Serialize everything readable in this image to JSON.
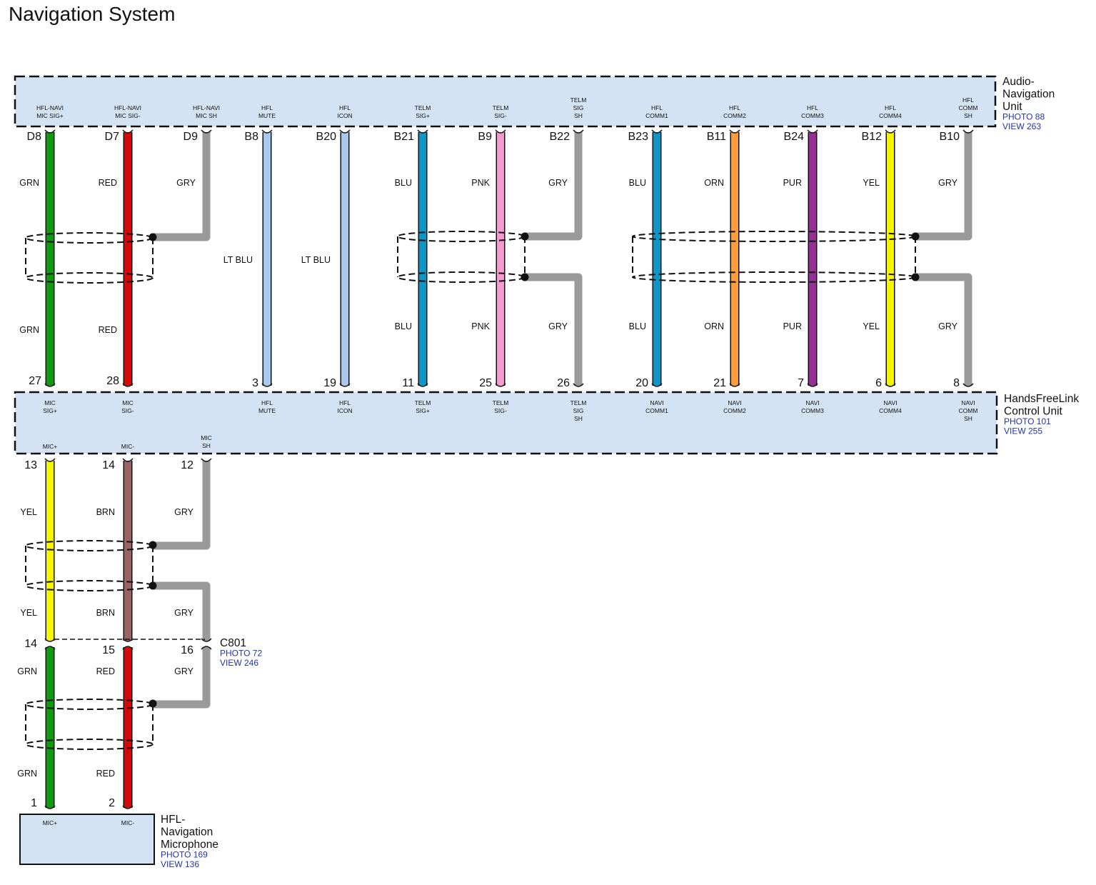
{
  "title": "Navigation System",
  "colors": {
    "GRN": "#109a10",
    "RED": "#d10a0a",
    "GRY": "#9a9a9a",
    "LT BLU": "#a9c8ee",
    "BLU": "#0e96c6",
    "PNK": "#f49ad0",
    "ORN": "#fb9d3c",
    "PUR": "#963097",
    "YEL": "#f6f600",
    "BRN": "#9a6464",
    "box_fill": "#d3e3f4"
  },
  "components": {
    "audio_nav": {
      "name_lines": [
        "Audio-",
        "Navigation",
        "Unit"
      ],
      "photo": "PHOTO 88",
      "view": "VIEW 263"
    },
    "hfl_unit": {
      "name_lines": [
        "HandsFreeLink",
        "Control Unit"
      ],
      "photo": "PHOTO 101",
      "view": "VIEW 255"
    },
    "c801": {
      "name": "C801",
      "photo": "PHOTO 72",
      "view": "VIEW 246"
    },
    "microphone": {
      "name_lines": [
        "HFL-",
        "Navigation",
        "Microphone"
      ],
      "photo": "PHOTO 169",
      "view": "VIEW 136"
    }
  },
  "top_wires": [
    {
      "pin_top": "D8",
      "top_label": [
        "HFL-NAVI",
        "MIC SIG+"
      ],
      "color_upper": "GRN",
      "color_lower": "GRN",
      "pin_bottom": "27",
      "bottom_label": [
        "MIC",
        "SIG+"
      ]
    },
    {
      "pin_top": "D7",
      "top_label": [
        "HFL-NAVI",
        "MIC SIG-"
      ],
      "color_upper": "RED",
      "color_lower": "RED",
      "pin_bottom": "28",
      "bottom_label": [
        "MIC",
        "SIG-"
      ]
    },
    {
      "pin_top": "D9",
      "top_label": [
        "HFL-NAVI",
        "MIC SH"
      ],
      "color_upper": "GRY"
    },
    {
      "pin_top": "B8",
      "top_label": [
        "HFL",
        "MUTE"
      ],
      "color_mid": "LT BLU",
      "pin_bottom": "3",
      "bottom_label": [
        "HFL",
        "MUTE"
      ]
    },
    {
      "pin_top": "B20",
      "top_label": [
        "HFL",
        "ICON"
      ],
      "color_mid": "LT BLU",
      "pin_bottom": "19",
      "bottom_label": [
        "HFL",
        "ICON"
      ]
    },
    {
      "pin_top": "B21",
      "top_label": [
        "TELM",
        "SIG+"
      ],
      "color_upper": "BLU",
      "color_lower": "BLU",
      "pin_bottom": "11",
      "bottom_label": [
        "TELM",
        "SIG+"
      ]
    },
    {
      "pin_top": "B9",
      "top_label": [
        "TELM",
        "SIG-"
      ],
      "color_upper": "PNK",
      "color_lower": "PNK",
      "pin_bottom": "25",
      "bottom_label": [
        "TELM",
        "SIG-"
      ]
    },
    {
      "pin_top": "B22",
      "top_label": [
        "TELM",
        "SIG",
        "SH"
      ],
      "color_upper": "GRY",
      "color_lower": "GRY",
      "pin_bottom": "26",
      "bottom_label": [
        "TELM",
        "SIG",
        "SH"
      ]
    },
    {
      "pin_top": "B23",
      "top_label": [
        "HFL",
        "COMM1"
      ],
      "color_upper": "BLU",
      "color_lower": "BLU",
      "pin_bottom": "20",
      "bottom_label": [
        "NAVI",
        "COMM1"
      ]
    },
    {
      "pin_top": "B11",
      "top_label": [
        "HFL",
        "COMM2"
      ],
      "color_upper": "ORN",
      "color_lower": "ORN",
      "pin_bottom": "21",
      "bottom_label": [
        "NAVI",
        "COMM2"
      ]
    },
    {
      "pin_top": "B24",
      "top_label": [
        "HFL",
        "COMM3"
      ],
      "color_upper": "PUR",
      "color_lower": "PUR",
      "pin_bottom": "7",
      "bottom_label": [
        "NAVI",
        "COMM3"
      ]
    },
    {
      "pin_top": "B12",
      "top_label": [
        "HFL",
        "COMM4"
      ],
      "color_upper": "YEL",
      "color_lower": "YEL",
      "pin_bottom": "6",
      "bottom_label": [
        "NAVI",
        "COMM4"
      ]
    },
    {
      "pin_top": "B10",
      "top_label": [
        "HFL",
        "COMM",
        "SH"
      ],
      "color_upper": "GRY",
      "color_lower": "GRY",
      "pin_bottom": "8",
      "bottom_label": [
        "NAVI",
        "COMM",
        "SH"
      ]
    }
  ],
  "lower_wires": [
    {
      "hfl_label": [
        "MIC+"
      ],
      "hfl_pin": "13",
      "color_upper": "YEL",
      "c801_pin": "14",
      "color_lower": "GRN",
      "mic_pin": "1",
      "mic_label": "MIC+"
    },
    {
      "hfl_label": [
        "MIC-"
      ],
      "hfl_pin": "14",
      "color_upper": "BRN",
      "c801_pin": "15",
      "color_lower": "RED",
      "mic_pin": "2",
      "mic_label": "MIC-"
    },
    {
      "hfl_label": [
        "MIC",
        "SH"
      ],
      "hfl_pin": "12",
      "color_upper": "GRY",
      "c801_pin": "16",
      "color_lower": "GRY"
    }
  ]
}
